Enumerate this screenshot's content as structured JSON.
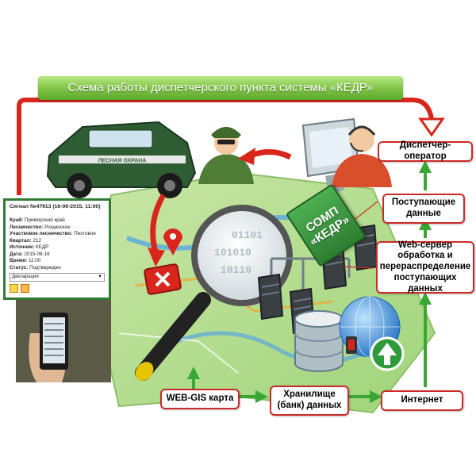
{
  "title": "Схема работы диспетчерского пункта системы «КЕДР»",
  "vehicle_text": "ЛЕСНАЯ ОХРАНА",
  "somp": {
    "line1": "СОМП",
    "line2": "«КЕДР»"
  },
  "boxes": {
    "dispatcher": "Диспетчер-оператор",
    "incoming": "Поступающие данные",
    "webserver": "Web-сервер обработка и перераспределение поступающих данных",
    "internet": "Интернет",
    "storage": "Хранилище (банк) данных",
    "webgis": "WEB-GIS карта"
  },
  "signal_card": {
    "title": "Сигнал №47913 (16-06-2015, 11:00)",
    "rows": [
      {
        "label": "Край:",
        "value": "Приморский край"
      },
      {
        "label": "Лесничество:",
        "value": "Рощинское"
      },
      {
        "label": "Участковое лесничество:",
        "value": "Пихтовое"
      },
      {
        "label": "Квартал:",
        "value": "212"
      },
      {
        "label": "Источник:",
        "value": "КЕДР"
      },
      {
        "label": "Дата:",
        "value": "2015-06-16"
      },
      {
        "label": "Время:",
        "value": "11:00"
      },
      {
        "label": "Статус:",
        "value": "Подтвержден"
      }
    ],
    "select_value": "Декларации",
    "select_arrow": "▼"
  },
  "server_digits": [
    "01101",
    "101010",
    "10110"
  ],
  "icons": [
    "car-icon",
    "ranger-icon",
    "operator-icon",
    "monitor-icon",
    "map-icon",
    "map-pin-icon",
    "magnifier-icon",
    "server-icon",
    "database-icon",
    "globe-icon",
    "upload-arrow-icon",
    "phone-icon",
    "marker-x-icon"
  ],
  "colors": {
    "banner": "#7cc242",
    "box_border": "#cc2a2a",
    "red_arrow": "#d9261c",
    "green_arrow": "#3aa635"
  }
}
